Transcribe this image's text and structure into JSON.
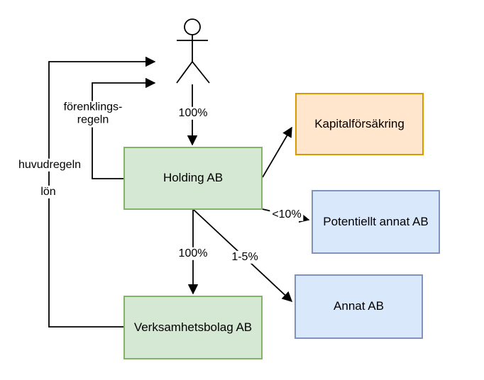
{
  "diagram": {
    "nodes": [
      {
        "id": "person",
        "shape": "stick-figure-icon",
        "label": ""
      },
      {
        "id": "holding",
        "label": "Holding AB",
        "fill": "#d5e8d4",
        "stroke": "#82b366"
      },
      {
        "id": "verksamhetsbolag",
        "label": "Verksamhetsbolag AB",
        "fill": "#d5e8d4",
        "stroke": "#82b366"
      },
      {
        "id": "kapitalforsakring",
        "label": "Kapitalförsäkring",
        "fill": "#ffe6cc",
        "stroke": "#d79b00"
      },
      {
        "id": "potentiellt_annat",
        "label": "Potentiellt annat AB",
        "fill": "#dae8fc",
        "stroke": "#7e93bd"
      },
      {
        "id": "annat",
        "label": "Annat AB",
        "fill": "#dae8fc",
        "stroke": "#7e93bd"
      }
    ],
    "edges": [
      {
        "from": "person",
        "to": "holding",
        "label": "100%"
      },
      {
        "from": "holding",
        "to": "verksamhetsbolag",
        "label": "100%"
      },
      {
        "from": "holding",
        "to": "kapitalforsakring",
        "label": ""
      },
      {
        "from": "holding",
        "to": "potentiellt_annat",
        "label": "<10%"
      },
      {
        "from": "holding",
        "to": "annat",
        "label": "1-5%"
      },
      {
        "from": "holding",
        "to": "person",
        "label_lines": [
          "förenklings-",
          "regeln"
        ]
      },
      {
        "from": "verksamhetsbolag",
        "to": "person",
        "labels": [
          "huvudregeln",
          "lön"
        ]
      }
    ],
    "colors": {
      "background": "#ffffff",
      "line": "#000000",
      "green_fill": "#d5e8d4",
      "green_stroke": "#82b366",
      "orange_fill": "#ffe6cc",
      "orange_stroke": "#d79b00",
      "blue_fill": "#dae8fc",
      "blue_stroke": "#7e93bd",
      "text": "#000000"
    }
  }
}
